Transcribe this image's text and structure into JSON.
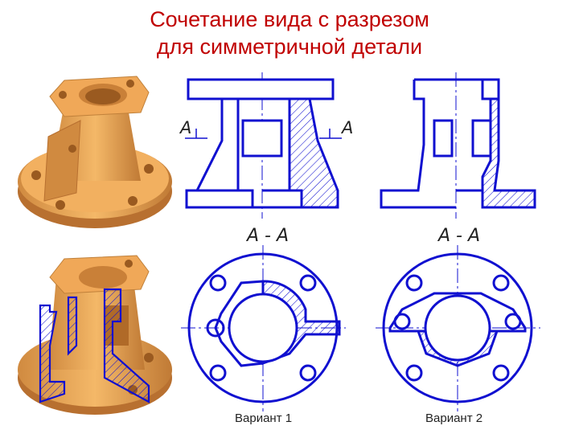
{
  "title": {
    "line1": "Сочетание вида с разрезом",
    "line2": "для симметричной детали"
  },
  "labels": {
    "cut_left": "А",
    "cut_right": "А",
    "section_1": "А - А",
    "section_2": "А - А",
    "variant_1": "Вариант 1",
    "variant_2": "Вариант 2"
  },
  "colors": {
    "title": "#c00000",
    "drawing_line": "#1010d0",
    "model_fill": "#f0b060",
    "model_shade": "#c8803a"
  }
}
